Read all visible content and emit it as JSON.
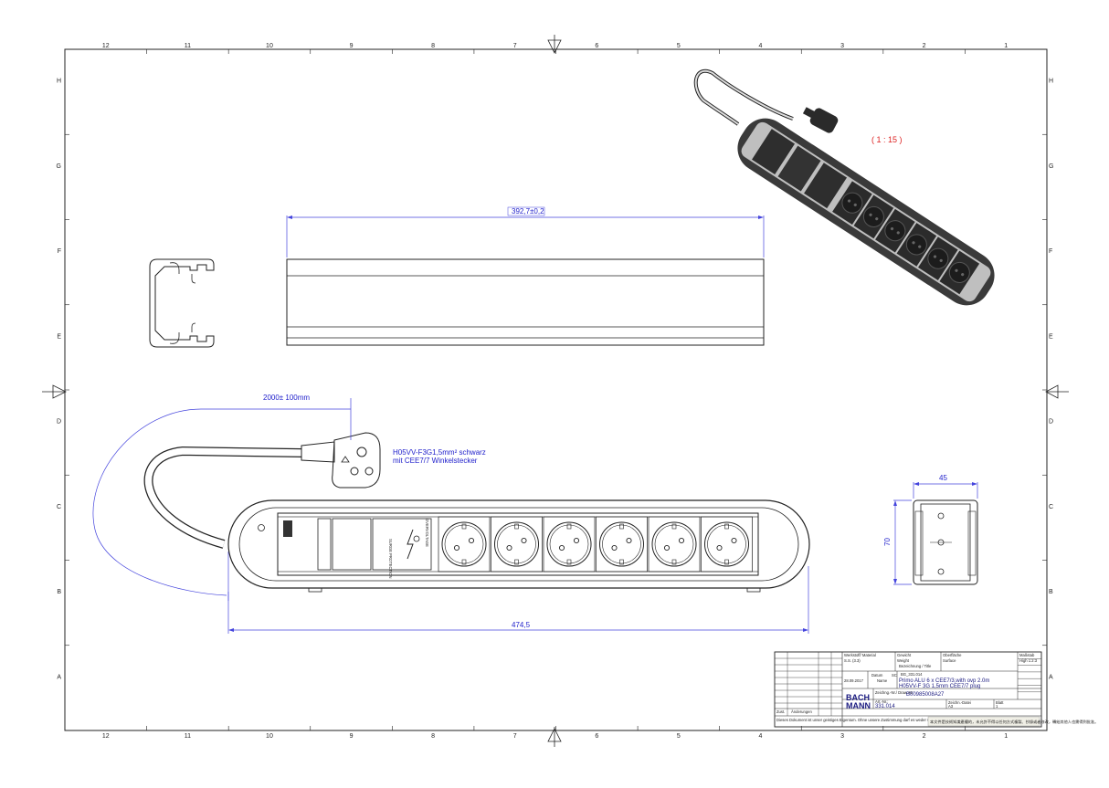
{
  "frame": {
    "col_numbers": [
      "12",
      "11",
      "10",
      "9",
      "8",
      "7",
      "6",
      "5",
      "4",
      "3",
      "2",
      "1"
    ],
    "row_letters": [
      "H",
      "G",
      "F",
      "E",
      "D",
      "C",
      "B",
      "A"
    ]
  },
  "scale_label": "( 1 : 15 )",
  "dimensions": {
    "length_top": "392,7",
    "length_top_tol": "±0,2",
    "cable_length": "2000± 100mm",
    "overall_length": "474,5",
    "width": "45",
    "height": "70"
  },
  "cable_note": {
    "line1": "H05VV-F3G1,5mm² schwarz",
    "line2": "mit CEE7/7 Winkelstecker"
  },
  "unit_labels": {
    "label_a": "SURGE PROTECTION",
    "label_b": "OVERVOLTAGE"
  },
  "title_block": {
    "material_label": "Werkstoff/ Material",
    "material_value": "S.S. (3.3)",
    "weight_label": "Gewicht",
    "weight_value": "Weight",
    "surface_label": "Oberfläche",
    "surface_value": "Surface",
    "scale_label": "Maßstab",
    "scale_value": "High 1:2:3",
    "desc_label": "Bezeichnung / Title",
    "part_code": "BG_331.014",
    "title_line1": "Primo ALU 6 x CEE7/3,with ovp 2.0m",
    "title_line2": "H05VV-F 3G 1,5mm CEE7/7 plug",
    "date_label": "Datum",
    "name_label": "Name",
    "date_value": "28.09.2017",
    "name_value": "SC",
    "drawing_no_label": "Zeichng.-Nr./ Draw.-Nr.",
    "drawing_no": "B00985008A27",
    "logo_line1": "BACH",
    "logo_line2": "MANN",
    "art_no_label": "Art.-Nr.:",
    "art_no": "331.014",
    "sheet_label": "Blatt",
    "sheet_value": "1",
    "format_label": "Zeichn.-Datei",
    "format_value": "A3",
    "change_label": "Änderungen",
    "status_label": "Zust.",
    "note_cn": "本文件是技術知識產權的，未允許不得以任何方式複製、抄錄或者修改，轉給其他人也需得到批准。",
    "note_legal": "Dieses Dokument ist unser geistiges Eigentum. Ohne unsere Zustimmung darf es weder vervielfältigt noch Dritten zugänglich gemacht werden."
  }
}
